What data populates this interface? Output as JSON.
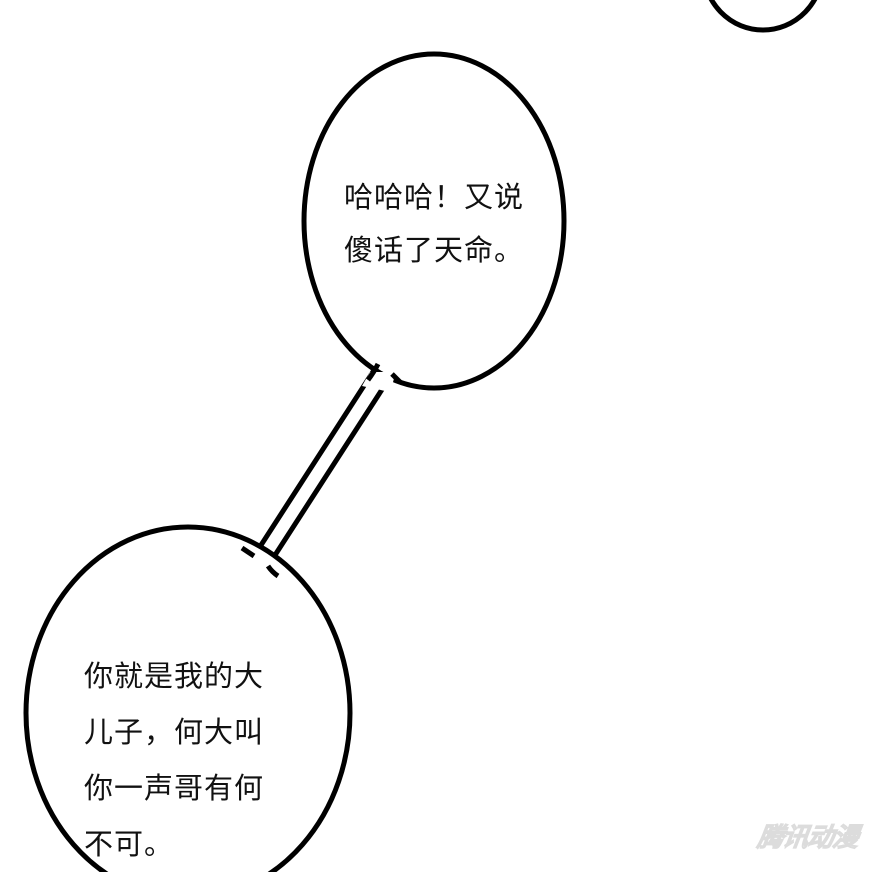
{
  "panel": {
    "background": "#ffffff",
    "stroke_color": "#000000"
  },
  "bubbles": {
    "upper": {
      "lines": [
        "哈哈哈！又说",
        "傻话了天命。"
      ]
    },
    "lower": {
      "lines": [
        "你就是我的大",
        "儿子，何大叫",
        "你一声哥有何",
        "不可。"
      ]
    }
  },
  "watermark": {
    "text": "腾讯动漫"
  }
}
